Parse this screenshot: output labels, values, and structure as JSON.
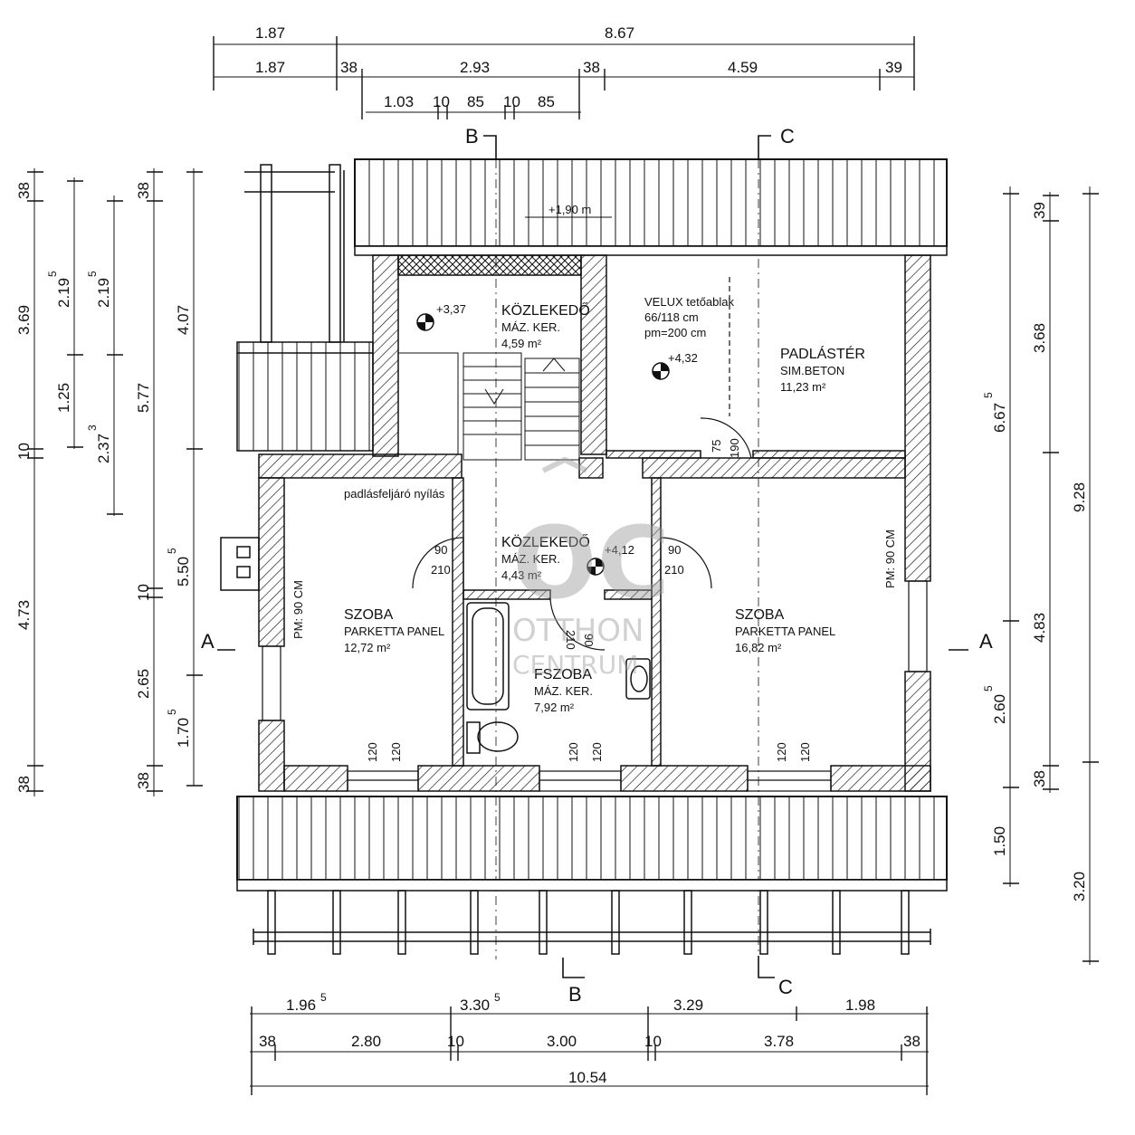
{
  "dimensions": {
    "top_row1": [
      "1.87",
      "8.67"
    ],
    "top_row2": [
      "1.87",
      "38",
      "2.93",
      "38",
      "4.59",
      "39"
    ],
    "top_row3": [
      "1.03",
      "10",
      "85",
      "10",
      "85"
    ],
    "bottom_row1": [
      "1.96",
      "5",
      "3.30",
      "5",
      "3.29",
      "1.98"
    ],
    "bottom_row2": [
      "38",
      "2.80",
      "10",
      "3.00",
      "10",
      "3.78",
      "38"
    ],
    "bottom_total": "10.54",
    "left_col1": [
      "38",
      "3.69",
      "10",
      "4.73",
      "38"
    ],
    "left_col2": [
      "2.19",
      "5",
      "1.25"
    ],
    "left_col3": [
      "2.19",
      "5",
      "2.37",
      "3"
    ],
    "left_col4": [
      "38",
      "5.77",
      "10",
      "2.65",
      "38"
    ],
    "left_col5": [
      "4.07",
      "5.50",
      "5",
      "1.70",
      "5"
    ],
    "right_col1": [
      "6.67",
      "5",
      "2.60",
      "5"
    ],
    "right_col2": [
      "39",
      "3.68",
      "4.83",
      "38",
      "1.50"
    ],
    "right_col3": [
      "9.28",
      "3.20"
    ]
  },
  "sections": {
    "b": "B",
    "c": "C",
    "a": "A"
  },
  "levels": [
    "+1,90 m",
    "+3,37",
    "+4,32",
    "+4,12"
  ],
  "rooms": {
    "kozlekedo1": {
      "name": "KÖZLEKEDŐ",
      "floor": "MÁZ. KER.",
      "area": "4,59 m²"
    },
    "padlaster": {
      "name": "PADLÁSTÉR",
      "floor": "SIM.BETON",
      "area": "11,23 m²"
    },
    "velux": [
      "VELUX tetőablak",
      "66/118 cm",
      "pm=200 cm"
    ],
    "kozlekedo2": {
      "name": "KÖZLEKEDŐ",
      "floor": "MÁZ. KER.",
      "area": "4,43 m²"
    },
    "szoba1": {
      "name": "SZOBA",
      "floor": "PARKETTA PANEL",
      "area": "12,72 m²"
    },
    "szoba2": {
      "name": "SZOBA",
      "floor": "PARKETTA PANEL",
      "area": "16,82 m²"
    },
    "fszoba": {
      "name": "FSZOBA",
      "floor": "MÁZ. KER.",
      "area": "7,92 m²"
    }
  },
  "labels": {
    "padlas_nyilas": "padlásfeljáró nyílás",
    "pm1": "PM: 90 CM",
    "pm2": "PM: 90 CM",
    "door_left_w": "90",
    "door_left_h": "210",
    "door_right_w": "90",
    "door_right_h": "210",
    "door_small_w": "75",
    "door_small_h": "190",
    "door_bath_w": "90",
    "door_bath_h": "210",
    "win": "120"
  },
  "watermark": {
    "mono": "OC",
    "line1": "OTTHON",
    "line2": "CENTRUM"
  }
}
